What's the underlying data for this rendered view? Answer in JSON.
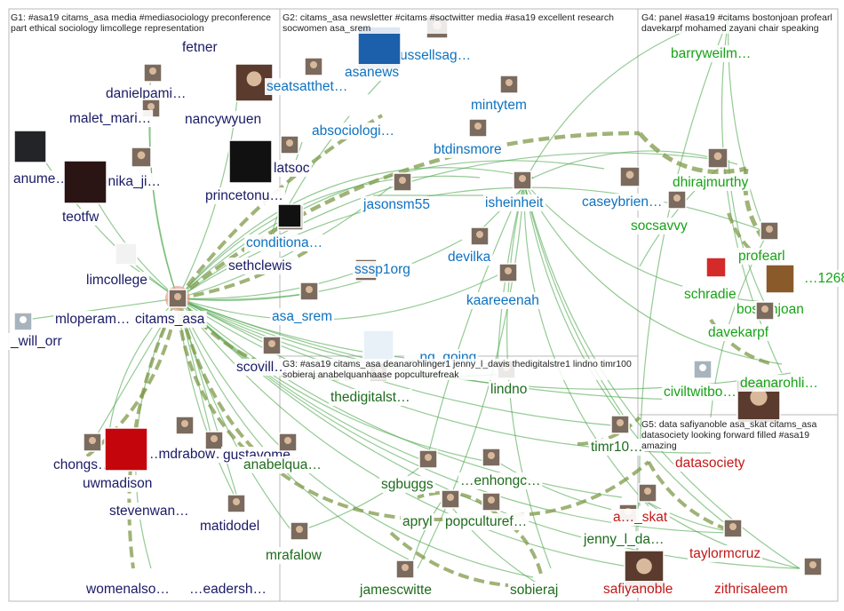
{
  "groups": [
    {
      "id": "G1",
      "header": "G1: #asa19 citams_asa media #mediasociology preconference part ethical sociology limcollege representation"
    },
    {
      "id": "G2",
      "header": "G2: citams_asa newsletter #citams #soctwitter media #asa19 excellent research socwomen asa_srem"
    },
    {
      "id": "G3",
      "header": "G3: #asa19 citams_asa deanarohlinger1 jenny_l_davis thedigitalstre1 lindno timr100 sobieraj anabelquanhaase popculturefreak"
    },
    {
      "id": "G4",
      "header": "G4: panel #asa19 #citams bostonjoan profearl davekarpf mohamed zayani chair speaking"
    },
    {
      "id": "G5",
      "header": "G5: data safiyanoble asa_skat citams_asa datasociety looking forward filled #asa19 amazing"
    }
  ],
  "colors": {
    "G1": "#1a1a66",
    "G2": "#0e72c0",
    "G3": "#1e6b1e",
    "G4": "#16a316",
    "G5": "#c41818",
    "edge": "#4da64d",
    "heavy_edge": "#7f9a4a",
    "self_loop": "#e6a08c",
    "group_border": "#b8b8b8"
  },
  "nodes": [
    {
      "label": "fetner",
      "group": "G1",
      "icon": "avatar"
    },
    {
      "label": "danielpami…",
      "group": "G1",
      "icon": "avatar"
    },
    {
      "label": "malet_mari…",
      "group": "G1",
      "icon": "avatar"
    },
    {
      "label": "nancywyuen",
      "group": "G1",
      "icon": "avatar-photo"
    },
    {
      "label": "anume…",
      "group": "G1",
      "icon": "anu-media-logo"
    },
    {
      "label": "monika_ji…",
      "group": "G1",
      "icon": "avatar"
    },
    {
      "label": "teotfw",
      "group": "G1",
      "icon": "book-cover-logo"
    },
    {
      "label": "princetonu…",
      "group": "G1",
      "icon": "princeton-p-logo"
    },
    {
      "label": "latsoc",
      "group": "G1",
      "icon": "avatar"
    },
    {
      "label": "limcollege",
      "group": "G1",
      "icon": "lim-logo"
    },
    {
      "label": "sethclewis",
      "group": "G1",
      "icon": "avatar"
    },
    {
      "label": "mloperam…",
      "group": "G1",
      "icon": "avatar"
    },
    {
      "label": "citams_asa",
      "group": "G1",
      "icon": "avatar"
    },
    {
      "label": "_will_orr",
      "group": "G1",
      "icon": "default-avatar"
    },
    {
      "label": "scovill…",
      "group": "G1",
      "icon": "avatar"
    },
    {
      "label": "…mdrabow…",
      "group": "G1",
      "icon": "avatar"
    },
    {
      "label": "gustavome…",
      "group": "G1",
      "icon": "avatar"
    },
    {
      "label": "chongs…",
      "group": "G1",
      "icon": "avatar"
    },
    {
      "label": "uwmadison",
      "group": "G1",
      "icon": "uw-crest-logo"
    },
    {
      "label": "stevenwan…",
      "group": "G1",
      "icon": "avatar"
    },
    {
      "label": "matidodel",
      "group": "G1",
      "icon": "avatar"
    },
    {
      "label": "womenalso…",
      "group": "G1",
      "icon": "avatar"
    },
    {
      "label": "…eadersh…",
      "group": "G1",
      "icon": "avatar"
    },
    {
      "label": "ussellsag…",
      "group": "G2",
      "icon": "avatar"
    },
    {
      "label": "asanews",
      "group": "G2",
      "icon": "asa-logo"
    },
    {
      "label": "seatsatthet…",
      "group": "G2",
      "icon": "avatar"
    },
    {
      "label": "mintytem",
      "group": "G2",
      "icon": "avatar"
    },
    {
      "label": "absociologi…",
      "group": "G2",
      "icon": "abs-logo"
    },
    {
      "label": "btdinsmore",
      "group": "G2",
      "icon": "avatar"
    },
    {
      "label": "jasonsm55",
      "group": "G2",
      "icon": "avatar"
    },
    {
      "label": "isheinheit",
      "group": "G2",
      "icon": "avatar"
    },
    {
      "label": "caseybrien…",
      "group": "G2",
      "icon": "avatar"
    },
    {
      "label": "conditiona…",
      "group": "G2",
      "icon": "accepted-logo"
    },
    {
      "label": "devilka",
      "group": "G2",
      "icon": "avatar"
    },
    {
      "label": "sssp1org",
      "group": "G2",
      "icon": "avatar"
    },
    {
      "label": "kaareeenah",
      "group": "G2",
      "icon": "avatar"
    },
    {
      "label": "asa_srem",
      "group": "G2",
      "icon": "avatar"
    },
    {
      "label": "…ng_going",
      "group": "G2",
      "icon": "sws-logo"
    },
    {
      "label": "thedigitalst…",
      "group": "G3",
      "icon": "avatar"
    },
    {
      "label": "lindno",
      "group": "G3",
      "icon": "avatar"
    },
    {
      "label": "anabelqua…",
      "group": "G3",
      "icon": "avatar"
    },
    {
      "label": "timr10…",
      "group": "G3",
      "icon": "avatar"
    },
    {
      "label": "sgbuggs",
      "group": "G3",
      "icon": "avatar"
    },
    {
      "label": "…enhongc…",
      "group": "G3",
      "icon": "avatar"
    },
    {
      "label": "apryl",
      "group": "G3",
      "icon": "avatar"
    },
    {
      "label": "popculturef…",
      "group": "G3",
      "icon": "avatar"
    },
    {
      "label": "jenny_l_da…",
      "group": "G3",
      "icon": "avatar"
    },
    {
      "label": "mrafalow",
      "group": "G3",
      "icon": "avatar"
    },
    {
      "label": "jamescwitte",
      "group": "G3",
      "icon": "avatar"
    },
    {
      "label": "sobieraj",
      "group": "G3",
      "icon": "avatar"
    },
    {
      "label": "barryweilm…",
      "group": "G4",
      "icon": "avatar"
    },
    {
      "label": "dhirajmurthy",
      "group": "G4",
      "icon": "avatar"
    },
    {
      "label": "socsavvy",
      "group": "G4",
      "icon": "avatar"
    },
    {
      "label": "profearl",
      "group": "G4",
      "icon": "avatar"
    },
    {
      "label": "…1268",
      "group": "G4",
      "icon": "beaver-avatar"
    },
    {
      "label": "schradie",
      "group": "G4",
      "icon": "hashtag-logo"
    },
    {
      "label": "bostonjoan",
      "group": "G4",
      "icon": "avatar"
    },
    {
      "label": "davekarpf",
      "group": "G4",
      "icon": "avatar"
    },
    {
      "label": "civiltwitbo…",
      "group": "G4",
      "icon": "default-avatar"
    },
    {
      "label": "deanarohli…",
      "group": "G4",
      "icon": "avatar-photo"
    },
    {
      "label": "datasociety",
      "group": "G5",
      "icon": "avatar"
    },
    {
      "label": "a…_skat",
      "group": "G5",
      "icon": "avatar"
    },
    {
      "label": "taylormcruz",
      "group": "G5",
      "icon": "avatar"
    },
    {
      "label": "safiyanoble",
      "group": "G5",
      "icon": "avatar-photo"
    },
    {
      "label": "zithrisaleem",
      "group": "G5",
      "icon": "avatar"
    }
  ]
}
